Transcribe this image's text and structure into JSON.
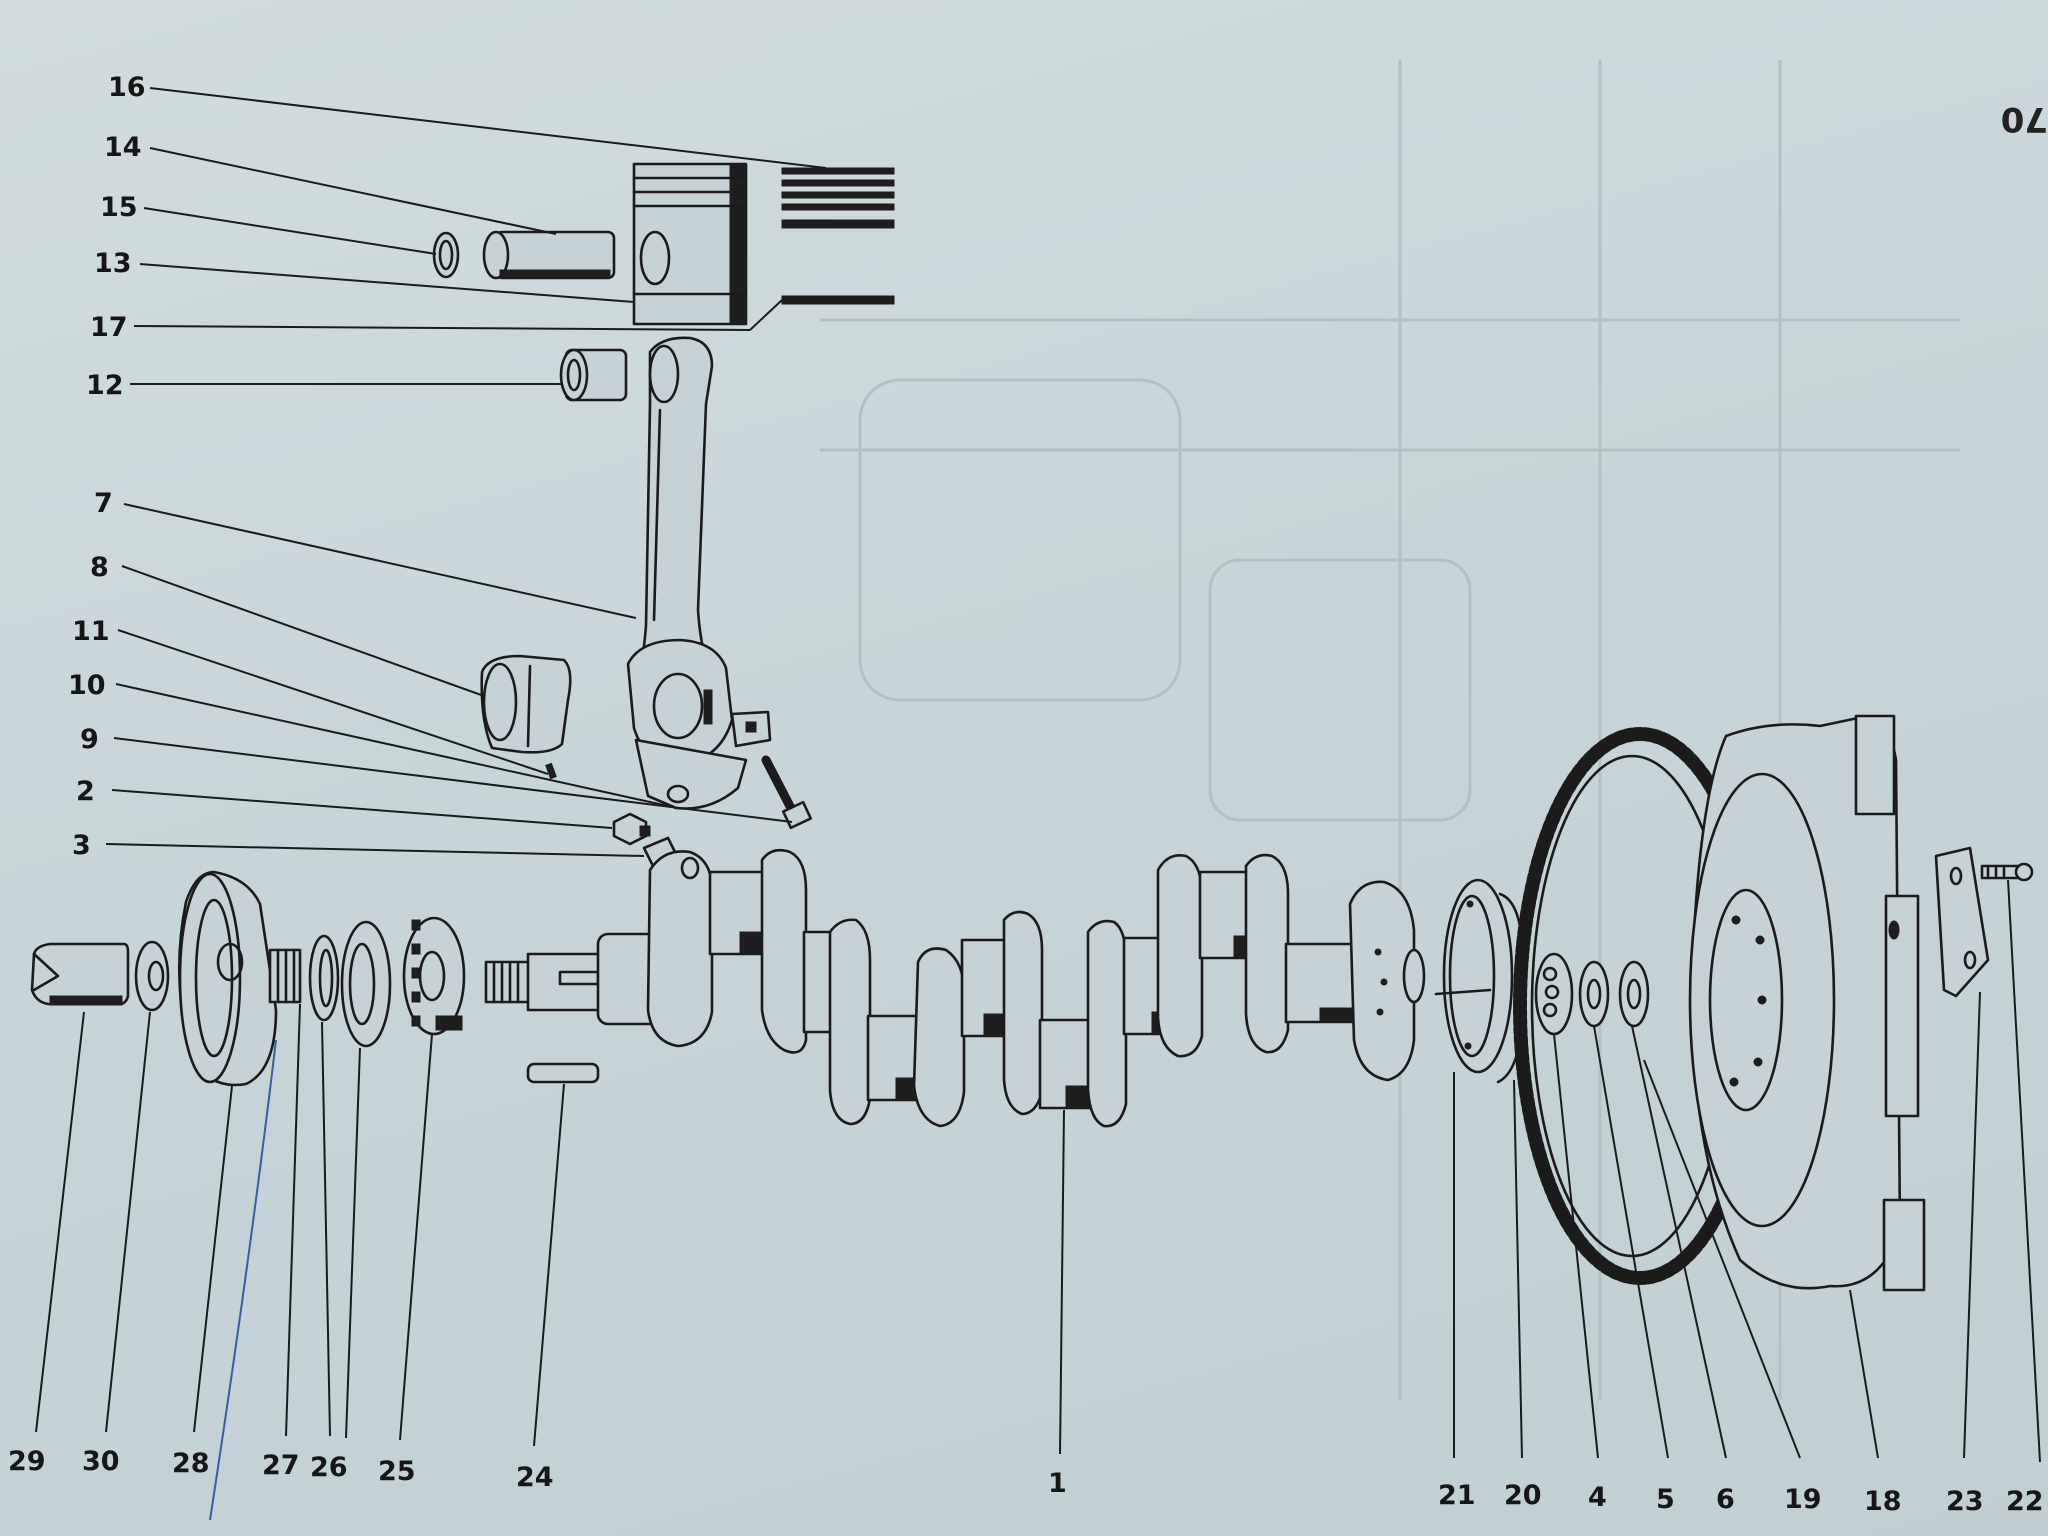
{
  "page_number": "70",
  "labels": [
    "16",
    "14",
    "15",
    "13",
    "17",
    "12",
    "7",
    "8",
    "11",
    "10",
    "9",
    "2",
    "3",
    "29",
    "30",
    "28",
    "27",
    "26",
    "25",
    "24",
    "1",
    "21",
    "20",
    "4",
    "5",
    "6",
    "19",
    "18",
    "23",
    "22"
  ]
}
